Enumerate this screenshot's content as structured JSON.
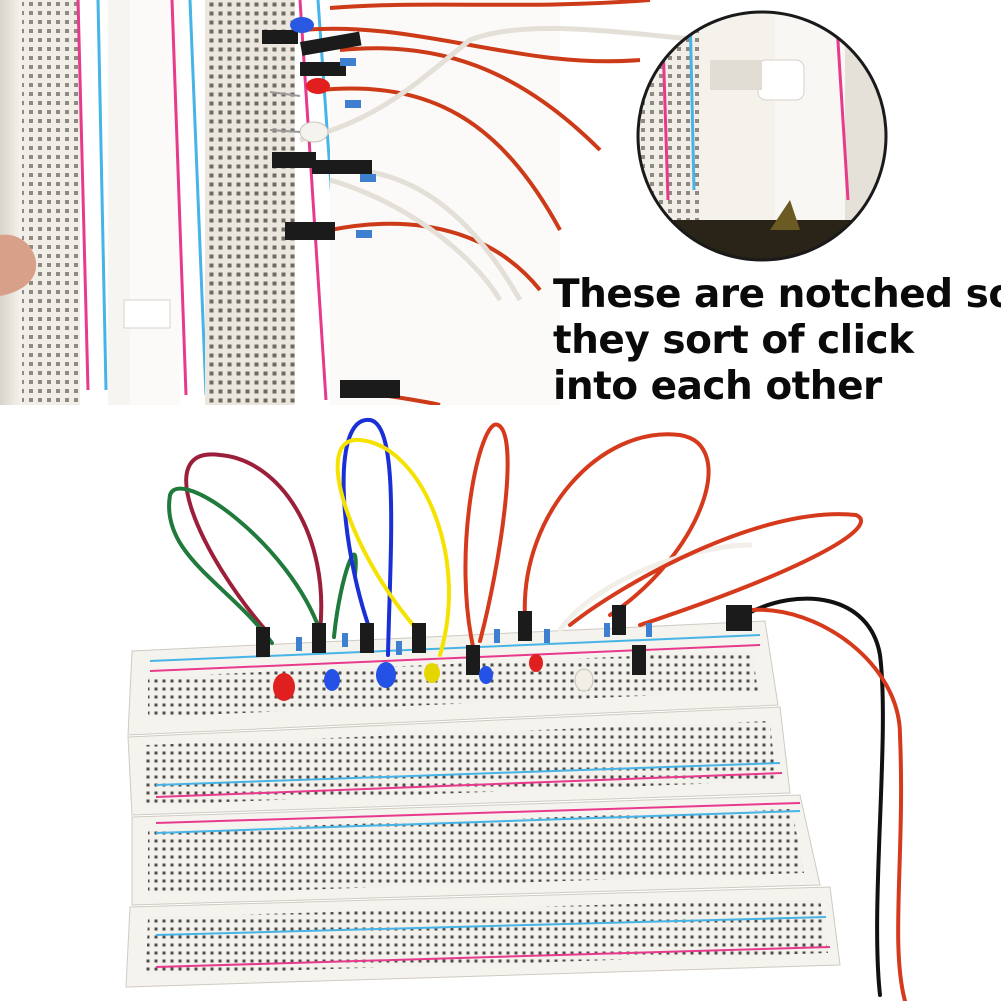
{
  "caption": {
    "line1": "These are notched so",
    "line2": "they sort of click",
    "line3": "into each other"
  },
  "colors": {
    "board": "#f3f1ec",
    "rail_red": "#e83a8c",
    "rail_blue": "#46b4e6",
    "wire_red": "#d63a1c",
    "wire_white": "#f2efe9",
    "wire_blue": "#1a2fd6",
    "wire_yellow": "#f5e200",
    "wire_green": "#1f7a3c",
    "wire_maroon": "#9b1f3a",
    "wire_black": "#111111"
  },
  "icons": [
    "breadboard-closeup-photo",
    "notch-detail-magnifier",
    "breadboard-assembly-photo"
  ]
}
